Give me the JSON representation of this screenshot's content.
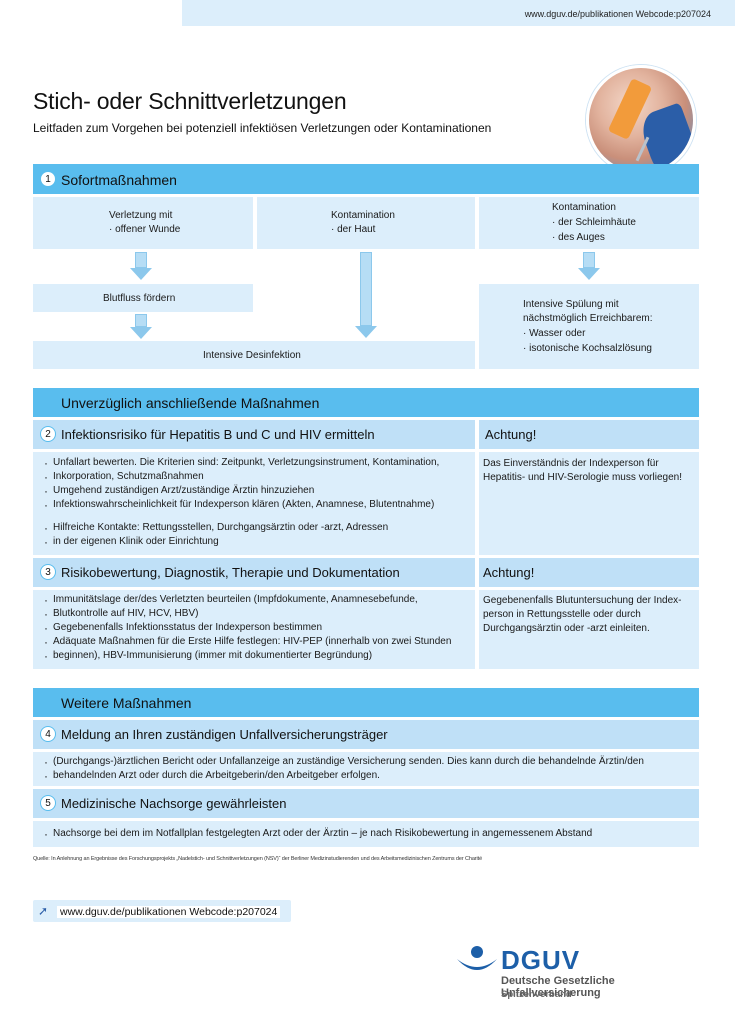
{
  "header": {
    "url": "www.dguv.de/publikationen  Webcode:p207024"
  },
  "title": "Stich- oder Schnittverletzungen",
  "subtitle": "Leitfaden zum Vorgehen bei potenziell infektiösen  Verletzungen oder Kontaminationen",
  "section1": {
    "number": "1",
    "label": "Sofortmaßnahmen",
    "col1": {
      "line1": "Verletzung mit",
      "line2": "offener Wunde"
    },
    "col2": {
      "line1": "Kontamination",
      "line2": "der Haut"
    },
    "col3": {
      "line1": "Kontamination",
      "line2": "der Schleimhäute",
      "line3": "des Auges"
    },
    "blutfluss": "Blutfluss fördern",
    "desinfektion": "Intensive Desinfektion",
    "spuelung": {
      "line1": "Intensive Spülung mit",
      "line2": "nächstmöglich Erreichbarem:",
      "line3": "Wasser oder",
      "line4": "isotonische Kochsalzlösung"
    }
  },
  "band2": "Unverzüglich anschließende Maßnahmen",
  "section2": {
    "number": "2",
    "label": "Infektionsrisiko  für Hepatitis B und C und HIV ermitteln",
    "achtung": "Achtung!",
    "achtung_text1": "Das Einverständnis der Indexperson für",
    "achtung_text2": "Hepatitis- und HIV-Serologie muss vorliegen!",
    "b1a": "Unfallart bewerten. Die Kriterien sind: Zeitpunkt, Verletzungsinstrument, Kontamination,",
    "b1b": "Inkorporation,  Schutzmaßnahmen",
    "b2": "Umgehend zuständigen Arzt/zuständige Ärztin hinzuziehen",
    "b3": "Infektionswahrscheinlichkeit für Indexperson klären (Akten, Anamnese, Blutentnahme)",
    "b4a": "Hilfreiche Kontakte: Rettungsstellen, Durchgangsärztin oder -arzt, Adressen",
    "b4b": "in der eigenen Klinik oder Einrichtung"
  },
  "section3": {
    "number": "3",
    "label": "Risikobewertung, Diagnostik, Therapie und Dokumentation",
    "achtung": "Achtung!",
    "b1a": "Immunitätslage der/des Verletzten beurteilen (Impfdokumente, Anamnesebefunde,",
    "b1b": "Blutkontrolle  auf HIV, HCV, HBV)",
    "b2": "Gegebenenfalls Infektionsstatus  der Indexperson bestimmen",
    "b3a": "Adäquate Maßnahmen für die Erste Hilfe festlegen: HIV-PEP (innerhalb von zwei Stunden",
    "b3b": "beginnen), HBV-Immunisierung (immer mit dokumentierter  Begründung)",
    "right1": "Gegebenenfalls Blutuntersuchung der Index-",
    "right2": "person in Rettungsstelle oder durch",
    "right3": "Durchgangsärztin oder -arzt einleiten."
  },
  "band3": "Weitere Maßnahmen",
  "section4": {
    "number": "4",
    "label": "Meldung an Ihren zuständigen Unfallversicherungsträger",
    "b1a": "(Durchgangs-)ärztlichen Bericht oder Unfallanzeige an zuständige Versicherung senden. Dies kann durch die behandelnde Ärztin/den",
    "b1b": "behandelnden Arzt oder durch die Arbeitgeberin/den Arbeitgeber erfolgen."
  },
  "section5": {
    "number": "5",
    "label": "Medizinische Nachsorge gewährleisten",
    "b1": "Nachsorge bei dem im Notfallplan  festgelegten Arzt oder der Ärztin – je nach Risikobewertung in angemessenem Abstand"
  },
  "source": "Quelle: In Anlehnung an Ergebnisse des Forschungsprojekts „Nadelstich- und Schnittverletzungen (NSV)“ der Berliner Medizinstudierenden und des Arbeitsmedizinischen Zentrums der Charité",
  "footer": {
    "web": "www.dguv.de/publikationen  Webcode:p207024",
    "logo_word": "DGUV",
    "logo_full": "Deutsche Gesetzliche Unfallversicherung",
    "logo_sub": "Spitzenverband"
  },
  "colors": {
    "band": "#59bdee",
    "light": "#dceefb",
    "mid": "#bfe0f7",
    "brand": "#1d5fa8"
  }
}
